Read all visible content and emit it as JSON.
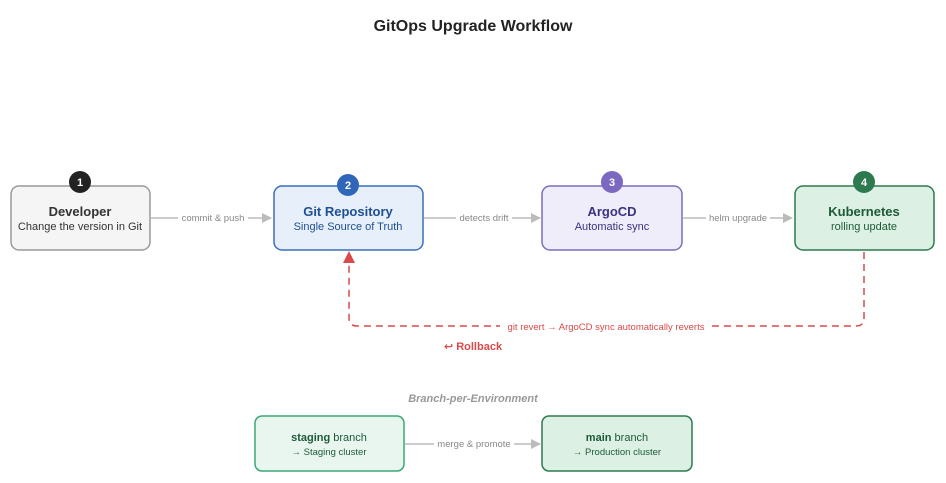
{
  "title": "GitOps Upgrade Workflow",
  "nodes": {
    "developer": {
      "step": "1",
      "title": "Developer",
      "subtitle": "Change the version in Git"
    },
    "git": {
      "step": "2",
      "title": "Git Repository",
      "subtitle": "Single Source of Truth"
    },
    "argocd": {
      "step": "3",
      "title": "ArgoCD",
      "subtitle": "Automatic sync"
    },
    "kubernetes": {
      "step": "4",
      "title": "Kubernetes",
      "subtitle": "rolling update"
    }
  },
  "edges": {
    "commit": "commit & push",
    "drift": "detects drift",
    "helm": "helm upgrade"
  },
  "rollback": {
    "path_label": "git revert → ArgoCD sync automatically reverts",
    "label": "↩ Rollback"
  },
  "environments": {
    "section_label": "Branch-per-Environment",
    "staging": {
      "name": "staging",
      "suffix": " branch",
      "subtitle": "→ Staging cluster"
    },
    "main": {
      "name": "main",
      "suffix": " branch",
      "subtitle": "→ Production cluster"
    },
    "merge_label": "merge & promote"
  },
  "colors": {
    "developer": {
      "fill": "#f5f5f5",
      "stroke": "#999999",
      "text": "#333333",
      "badge": "#222222"
    },
    "git": {
      "fill": "#e6effa",
      "stroke": "#3a6fbf",
      "text": "#1f4f94",
      "badge": "#2f66b8"
    },
    "argocd": {
      "fill": "#efedf9",
      "stroke": "#7b6dbf",
      "text": "#3b3282",
      "badge": "#7b68c0"
    },
    "kubernetes": {
      "fill": "#dcf1e3",
      "stroke": "#2e7a4f",
      "text": "#1e5a38",
      "badge": "#2e7a4f"
    },
    "staging": {
      "fill": "#e8f6ef",
      "stroke": "#3aa876",
      "text": "#1e5a38"
    },
    "main": {
      "fill": "#dcf1e3",
      "stroke": "#2e7a4f",
      "text": "#1e5a38"
    },
    "edge": "#bbbbbb",
    "rollback": "#d94a4a"
  }
}
